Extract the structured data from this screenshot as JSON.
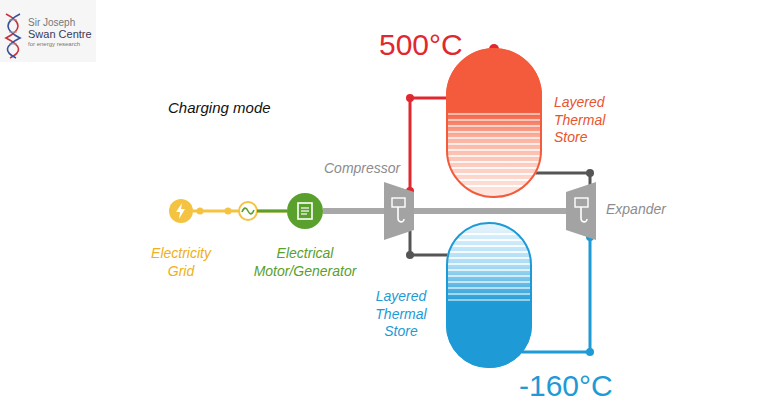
{
  "diagram": {
    "nodes": [
      {
        "text": [
          "Electricity Grid"
        ]
      },
      {
        "text": [
          "Electrical Motor/Generator"
        ]
      },
      {
        "text": [
          "Compressor"
        ]
      },
      {
        "text": [
          "Layered Thermal Store"
        ]
      },
      {
        "text": [
          "Expander"
        ]
      },
      {
        "text": [
          "Layered Thermal Store"
        ]
      }
    ],
    "edges": [
      {
        "from": 0,
        "to": 1,
        "arrow": "none"
      },
      {
        "from": 1,
        "to": 2,
        "arrow": "none"
      },
      {
        "from": 2,
        "to": 4,
        "arrow": "none"
      },
      {
        "from": 2,
        "to": 3,
        "arrow": "none"
      },
      {
        "from": 3,
        "to": 4,
        "arrow": "none"
      },
      {
        "from": 4,
        "to": 5,
        "arrow": "none"
      },
      {
        "from": 5,
        "to": 2,
        "arrow": "none"
      }
    ],
    "labels": [
      "Sir Joseph",
      "Swan Centre",
      "for energy research",
      "Charging mode",
      "500°C",
      "-160°C"
    ]
  }
}
